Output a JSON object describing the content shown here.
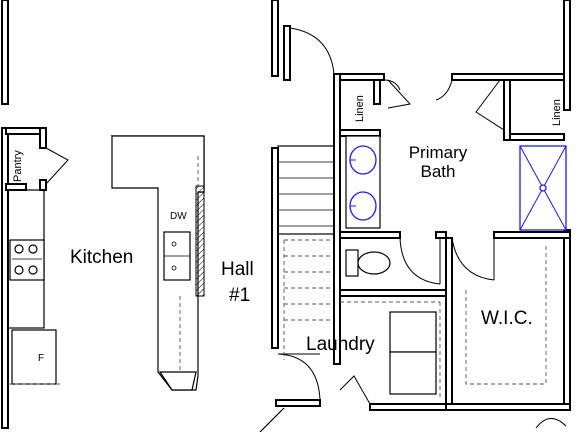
{
  "labels": {
    "kitchen": "Kitchen",
    "hall_line1": "Hall",
    "hall_line2": "#1",
    "primary_bath_line1": "Primary",
    "primary_bath_line2": "Bath",
    "laundry": "Laundry",
    "wic": "W.I.C.",
    "pantry": "Pantry",
    "linen_left": "Linen",
    "linen_right": "Linen",
    "dishwasher": "DW",
    "fridge": "F"
  }
}
